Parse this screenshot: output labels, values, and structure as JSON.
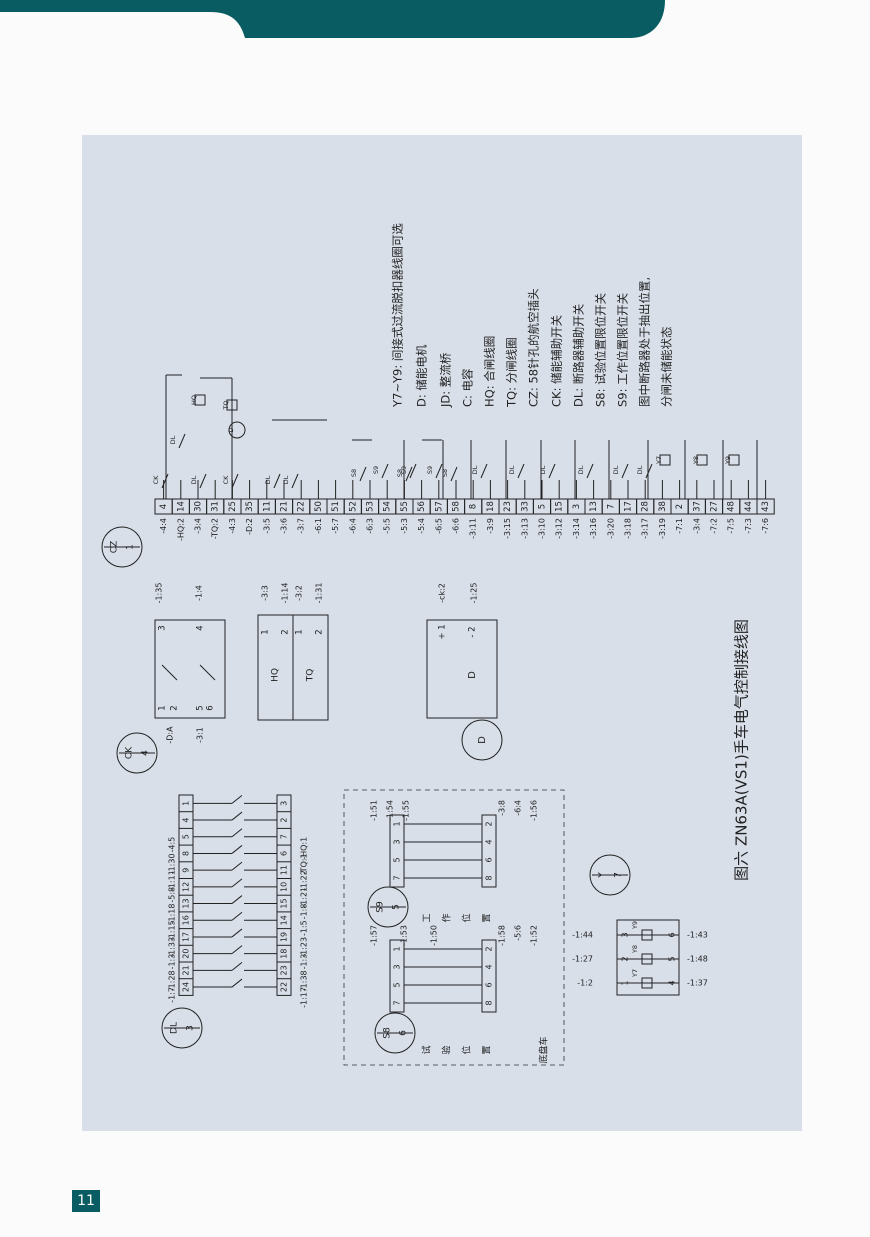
{
  "page": {
    "number": "11",
    "header_color": "#0a5c63",
    "panel_color": "#d8dfe9"
  },
  "figure": {
    "title": "图六    ZN63A(VS1)手车电气控制接线图"
  },
  "legend": [
    "Y7~Y9: 间接式过流脱扣器线圈可选",
    "D: 储能电机",
    "JD: 整流桥",
    "C: 电容",
    "HQ: 合闸线圈",
    "TQ: 分闸线圈",
    "CZ: 58针孔的航空插头",
    "CK: 储能辅助开关",
    "DL: 断路器辅助开关",
    "S8: 试验位置限位开关",
    "S9: 工作位置限位开关",
    "图中断路器处于抽出位置,",
    "分闸未储能状态"
  ],
  "cz": {
    "circle": [
      "1",
      "CZ"
    ],
    "pins": [
      "4",
      "14",
      "30",
      "31",
      "25",
      "35",
      "11",
      "21",
      "22",
      "50",
      "51",
      "52",
      "53",
      "54",
      "55",
      "56",
      "57",
      "58",
      "8",
      "18",
      "23",
      "33",
      "5",
      "15",
      "3",
      "13",
      "7",
      "17",
      "28",
      "38",
      "2",
      "37",
      "27",
      "48",
      "44",
      "43"
    ],
    "refs": [
      "-4:4",
      "-HQ:2",
      "-3:4",
      "-TQ:2",
      "-4:3",
      "-D:2",
      "-3:5",
      "-3:6",
      "-3:7",
      "-6:1",
      "-5:7",
      "-6:4",
      "-6:3",
      "-5:5",
      "-5:3",
      "-5:4",
      "-6:5",
      "-6:6",
      "-3:11",
      "-3:9",
      "-3:15",
      "-3:13",
      "-3:10",
      "-3:12",
      "-3:14",
      "-3:16",
      "-3:20",
      "-3:18",
      "-3:17",
      "-3:19",
      "-7:1",
      "-3:4",
      "-7:2",
      "-7:5",
      "-7:3",
      "-7:6"
    ],
    "contacts": [
      "CK",
      "DL",
      "HQ",
      "DL",
      "TQ",
      "CK",
      "D",
      "DL",
      "DL",
      "S8",
      "S9",
      "S8",
      "S9",
      "S9",
      "S8",
      "DL",
      "DL",
      "DL",
      "DL",
      "DL",
      "DL",
      "Y7",
      "Y8",
      "Y9"
    ]
  },
  "ck": {
    "circle": [
      "4",
      "CK"
    ],
    "left_refs": [
      "-D:A",
      "-3:1"
    ],
    "terms": [
      "1",
      "2",
      "5",
      "6",
      "3",
      "4"
    ],
    "right_refs": [
      "-1:35",
      "-1:4"
    ]
  },
  "coils": {
    "labels": [
      "HQ",
      "TQ"
    ],
    "terms": [
      "1",
      "2",
      "1",
      "2"
    ],
    "refs": [
      "-3:3",
      "-1:14",
      "-3:2",
      "-1:31"
    ]
  },
  "motor": {
    "circle": "D",
    "label": "D",
    "terms": [
      "+ 1",
      "- 2"
    ],
    "refs": [
      "-ck:2",
      "-1:25"
    ]
  },
  "dl": {
    "circle": [
      "3",
      "DL"
    ],
    "terms_top": [
      "24",
      "21",
      "20",
      "17",
      "16",
      "13",
      "12",
      "9",
      "8",
      "5",
      "4",
      "1"
    ],
    "terms_bottom": [
      "22",
      "23",
      "18",
      "19",
      "14",
      "15",
      "10",
      "11",
      "6",
      "7",
      "2",
      "3"
    ],
    "refs_top": [
      "-1:7",
      "-1:28",
      "-1:3",
      "-1:33",
      "-1:15",
      "-1:18",
      "-5:8",
      "-1:11",
      "-1:30",
      "-4:5"
    ],
    "refs_bottom": [
      "-1:17",
      "-1:38",
      "-1:3",
      "-1:23",
      "-1:5",
      "-1:8",
      "-1:21",
      "-1:22",
      "-TQ:1",
      "-HQ:1"
    ]
  },
  "s8": {
    "circle": [
      "6",
      "S8"
    ],
    "position": [
      "试",
      "验",
      "位",
      "置"
    ],
    "terms_top": [
      "7",
      "5",
      "3",
      "1"
    ],
    "terms_bottom": [
      "8",
      "6",
      "4",
      "2"
    ],
    "refs_top": [
      "-1:57",
      "-1:53",
      "-1:50"
    ],
    "refs_bottom": [
      "-1:58",
      "-5:6",
      "-1:52"
    ]
  },
  "s9": {
    "circle": [
      "5",
      "S9"
    ],
    "position": [
      "工",
      "作",
      "位",
      "置"
    ],
    "terms_top": [
      "7",
      "5",
      "3",
      "1"
    ],
    "terms_bottom": [
      "8",
      "6",
      "4",
      "2"
    ],
    "refs_top": [
      "-1:51",
      "-1:54",
      "-1:55"
    ],
    "refs_bottom": [
      "-3:8",
      "-6:4",
      "-1:56"
    ]
  },
  "chassis": "底盘车",
  "y": {
    "circle": [
      "7",
      "Y"
    ],
    "coils": [
      "Y7",
      "Y8",
      "Y9"
    ],
    "terms_top": [
      "1",
      "2",
      "3"
    ],
    "terms_bottom": [
      "4",
      "5",
      "6"
    ],
    "refs_left": [
      "-1:2",
      "-1:27",
      "-1:44"
    ],
    "refs_right": [
      "-1:37",
      "-1:48",
      "-1:43"
    ]
  }
}
